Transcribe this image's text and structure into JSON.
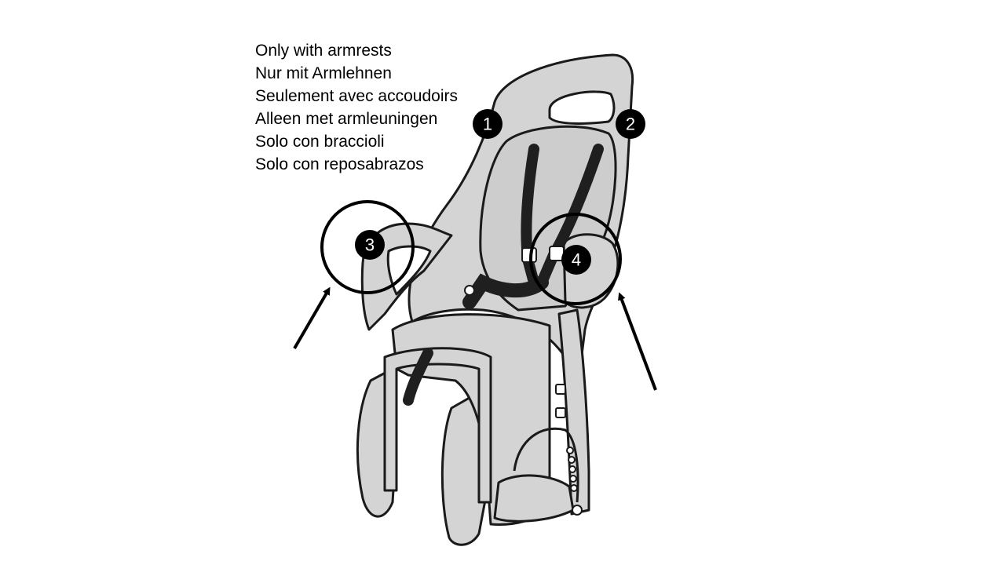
{
  "captions": [
    "Only with armrests",
    "Nur mit Armlehnen",
    "Seulement avec accoudoirs",
    "Alleen met armleuningen",
    "Solo con braccioli",
    "Solo con reposabrazos"
  ],
  "markers": [
    "1",
    "2",
    "3",
    "4"
  ],
  "colors": {
    "seat_fill": "#d4d4d4",
    "outline": "#1a1a1a",
    "strap": "#1f1f1f",
    "marker": "#000000"
  }
}
